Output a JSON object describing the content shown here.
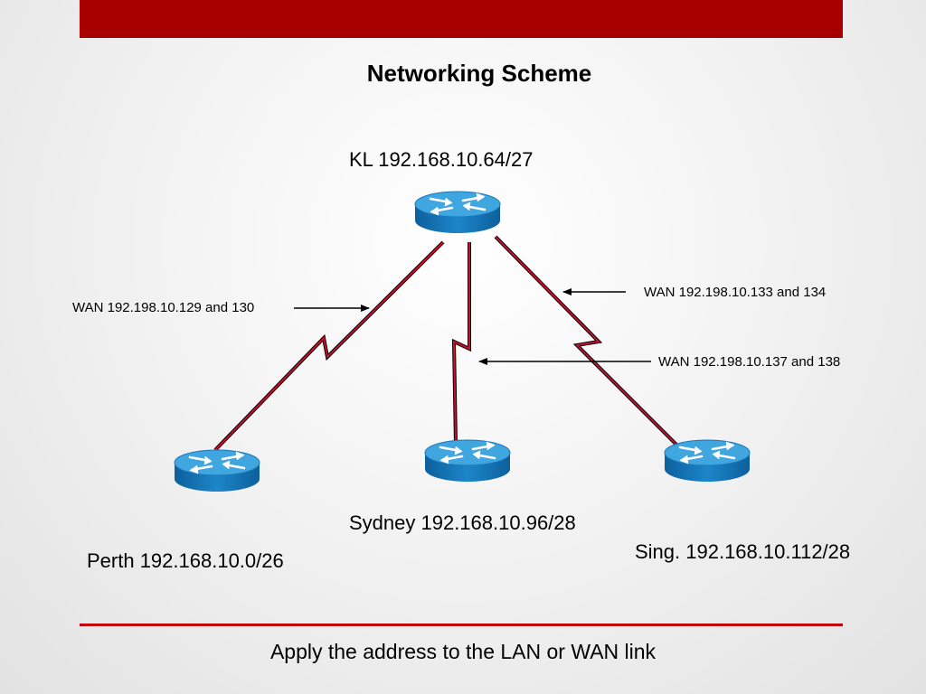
{
  "slide": {
    "title": "Networking Scheme",
    "footer": "Apply the address to the LAN or WAN link"
  },
  "colors": {
    "banner": "#a80000",
    "footer_rule": "#c0000c",
    "link_red": "#c8102e",
    "router_top": "#3fa6df",
    "router_side": "#1277b8"
  },
  "routers": {
    "kl": {
      "label": "KL 192.168.10.64/27",
      "icon": "router-icon"
    },
    "perth": {
      "label": "Perth 192.168.10.0/26",
      "icon": "router-icon"
    },
    "sydney": {
      "label": "Sydney 192.168.10.96/28",
      "icon": "router-icon"
    },
    "sing": {
      "label": "Sing. 192.168.10.112/28",
      "icon": "router-icon"
    }
  },
  "wan_links": {
    "perth": {
      "label": "WAN 192.198.10.129 and 130"
    },
    "sing": {
      "label": "WAN 192.198.10.133 and 134"
    },
    "sydney": {
      "label": "WAN 192.198.10.137 and 138"
    }
  }
}
